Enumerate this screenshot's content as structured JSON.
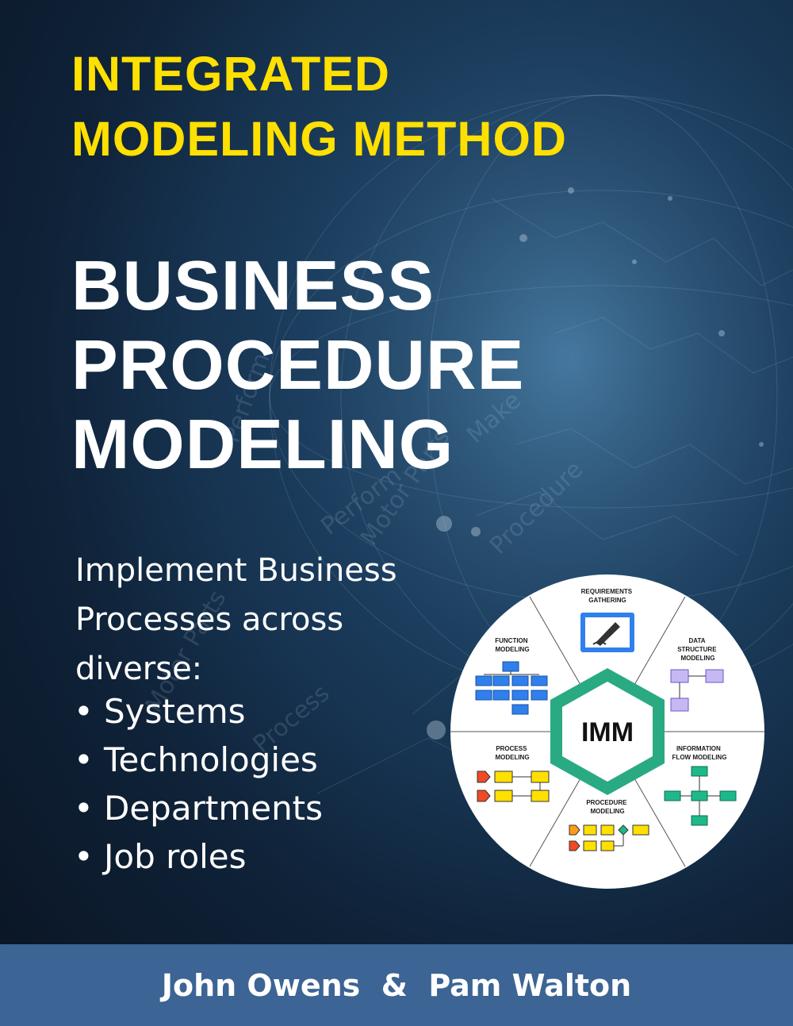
{
  "cover": {
    "series_title": "INTEGRATED\nMODELING METHOD",
    "main_title": "BUSINESS\nPROCEDURE\nMODELING",
    "subtitle": "Implement Business\nProcesses across\ndiverse:",
    "bullets": [
      "Systems",
      "Technologies",
      "Departments",
      "Job roles"
    ],
    "authors": "John Owens  &  Pam Walton"
  },
  "watermark": {
    "words": [
      "Perform",
      "Motor Parts",
      "Procedure",
      "Make",
      "Process",
      "Perform",
      "Motor Parts"
    ]
  },
  "imm_wheel": {
    "center_label": "IMM",
    "segments": {
      "requirements": "REQUIREMENTS\nGATHERING",
      "data_structure": "DATA\nSTRUCTURE\nMODELING",
      "information_flow": "INFORMATION\nFLOW MODELING",
      "procedure": "PROCEDURE\nMODELING",
      "process": "PROCESS\nMODELING",
      "function": "FUNCTION\nMODELING"
    }
  },
  "colors": {
    "series_title": "#ffe000",
    "title": "#ffffff",
    "author_bar": "#3c6494",
    "hexagon": "#2aaa82",
    "function_boxes": "#2f80ed",
    "data_boxes": "#c6b8f2",
    "flow_boxes": "#1fb88a",
    "process_boxes": "#ffe000",
    "process_arrow": "#ef4a24",
    "procedure_orange": "#ff9a1a"
  }
}
